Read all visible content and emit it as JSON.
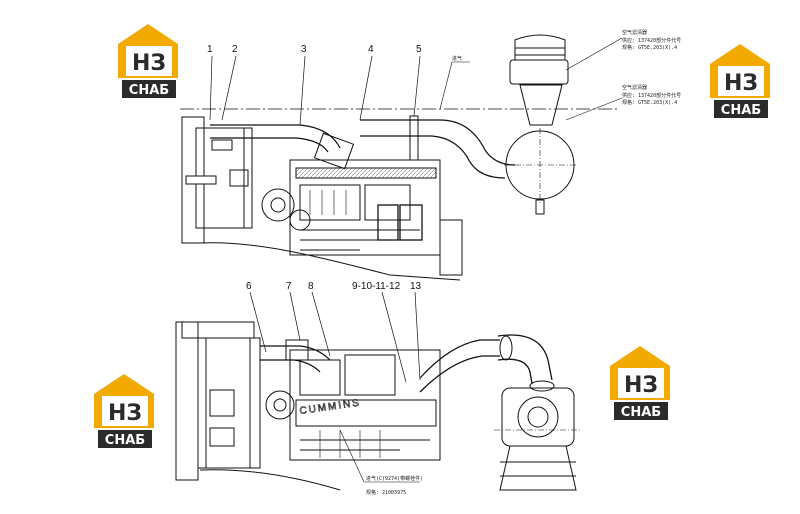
{
  "logo": {
    "mark": "НЗ",
    "name": "СНАБ",
    "colors": {
      "roof": "#f2a900",
      "dark": "#2b2b2b",
      "text_on_dark": "#ffffff"
    }
  },
  "callouts_top": [
    "1",
    "2",
    "3",
    "4",
    "5"
  ],
  "callouts_bottom": [
    "6",
    "7",
    "8",
    "9-10-11-12",
    "13"
  ],
  "annotations": {
    "top_right_1_title": "空气滤清器",
    "top_right_1_line1": "供应: 137420部分件代号",
    "top_right_1_line2": "规格: GT5E.203(X).4",
    "top_right_2_title": "空气滤清器",
    "top_right_2_line1": "供应: 137420部分件代号",
    "top_right_2_line2": "规格: GT5E.203(X).4",
    "top_label": "进气",
    "bottom_line1": "进气(C)9274(带螺栓件)",
    "bottom_line2": "规格: 21003975"
  },
  "engine_brand": "CUMMINS"
}
